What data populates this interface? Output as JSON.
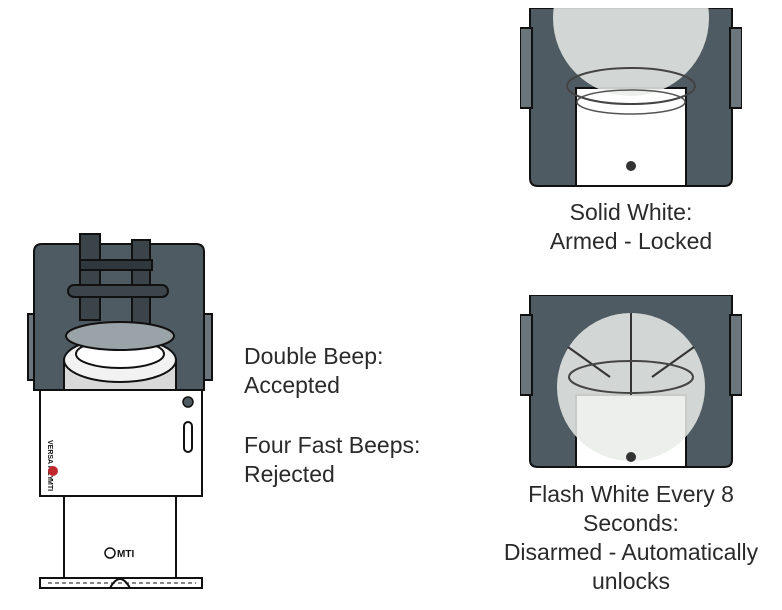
{
  "main_device": {
    "brand_label": "VERSA KEY",
    "logo_side": "MTI",
    "logo_base": "MTI"
  },
  "beep_info": {
    "double_beep_title": "Double Beep:",
    "double_beep_status": "Accepted",
    "four_beeps_title": "Four Fast Beeps:",
    "four_beeps_status": "Rejected"
  },
  "armed_state": {
    "line1": "Solid White:",
    "line2": "Armed - Locked"
  },
  "disarmed_state": {
    "line1": "Flash White Every 8",
    "line2": "Seconds:",
    "line3": "Disarmed - Automatically",
    "line4": "unlocks"
  },
  "colors": {
    "housing": "#4f5b62",
    "outline": "#111111",
    "glow": "#e9ece9"
  }
}
